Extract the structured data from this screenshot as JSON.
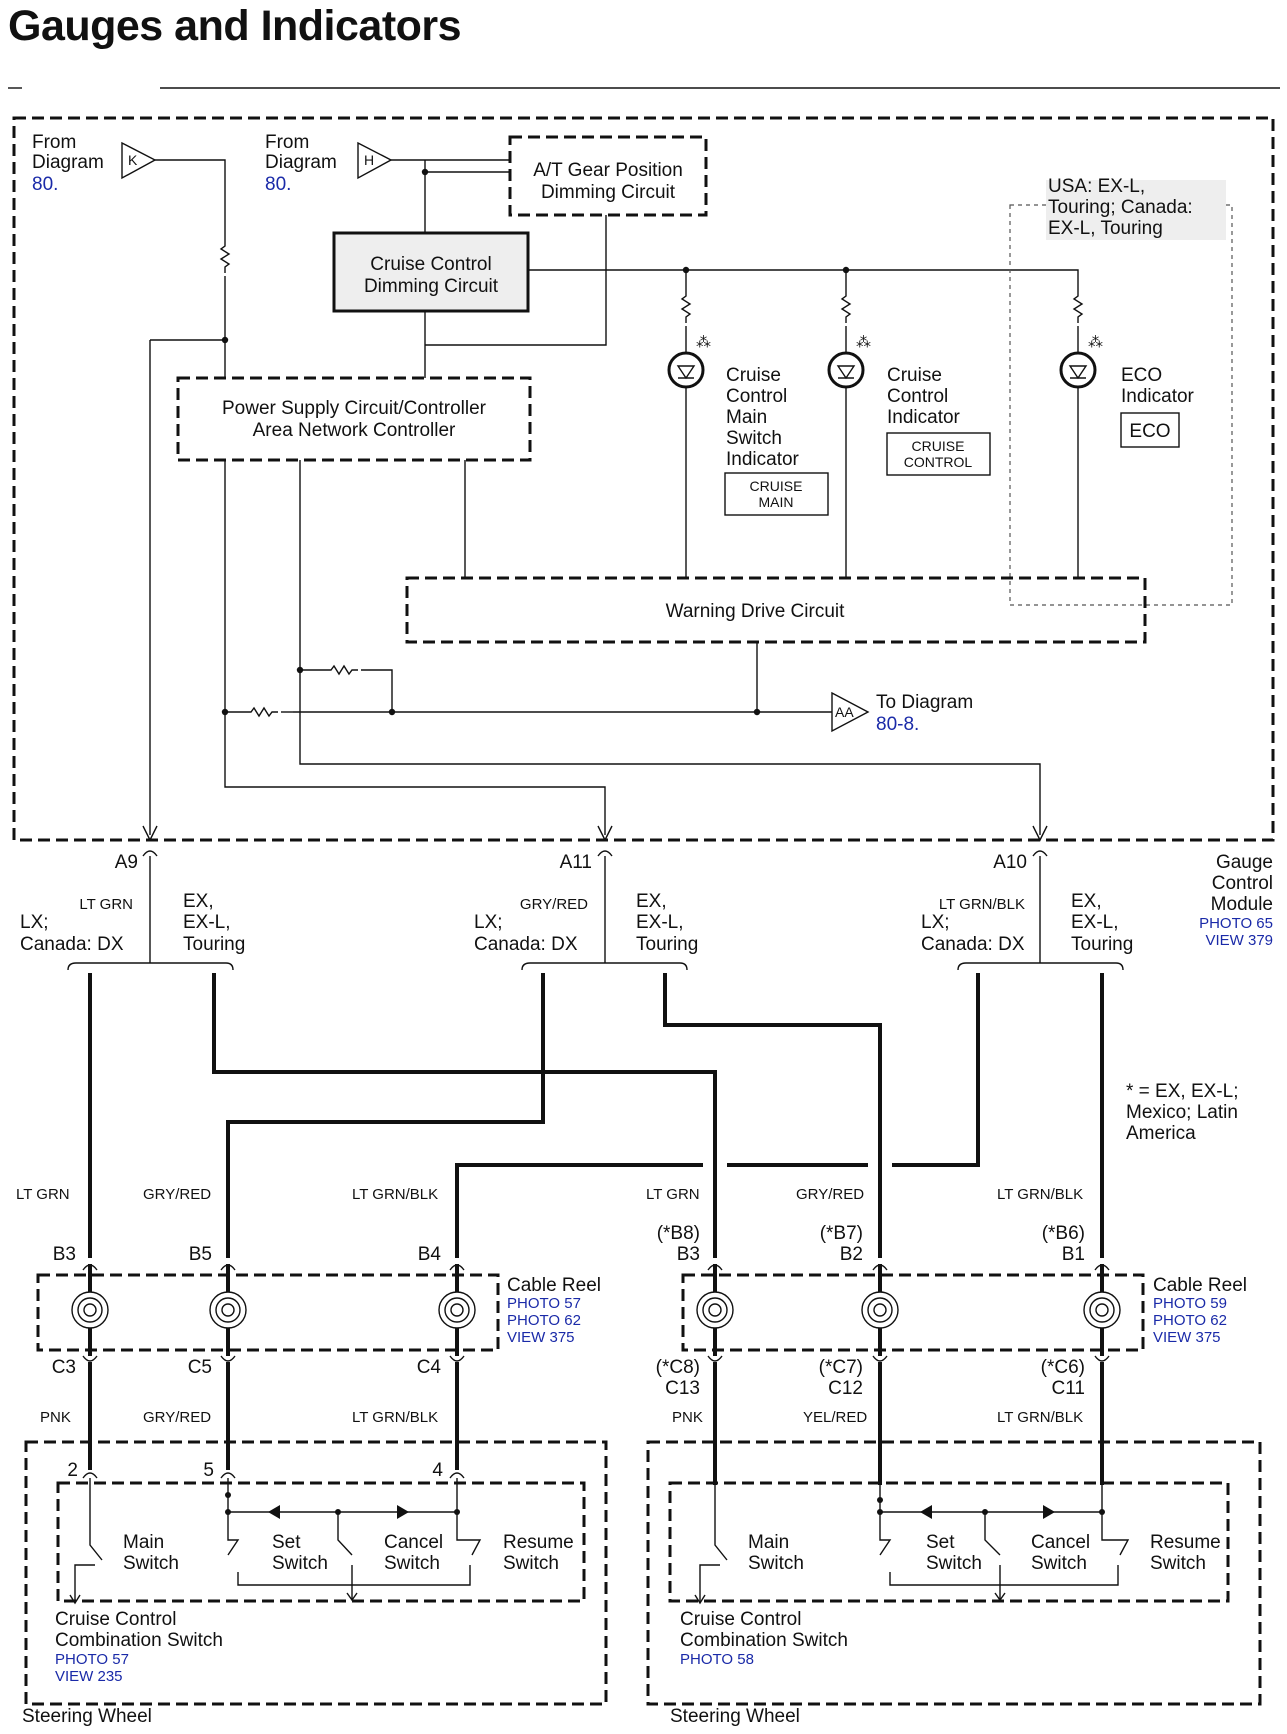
{
  "title": "Gauges and Indicators",
  "sources": {
    "k": {
      "from": "From",
      "diagram": "Diagram",
      "ref": "80.",
      "letter": "K"
    },
    "h": {
      "from": "From",
      "diagram": "Diagram",
      "ref": "80.",
      "letter": "H"
    }
  },
  "circuits": {
    "at_gear": [
      "A/T Gear Position",
      "Dimming Circuit"
    ],
    "cruise_dim": [
      "Cruise Control",
      "Dimming Circuit"
    ],
    "power_supply": [
      "Power Supply Circuit/Controller",
      "Area Network Controller"
    ],
    "warning_drive": "Warning Drive Circuit"
  },
  "indicators": {
    "main": {
      "lines": [
        "Cruise",
        "Control",
        "Main",
        "Switch",
        "Indicator"
      ],
      "badge": [
        "CRUISE",
        "MAIN"
      ]
    },
    "cruise": {
      "lines": [
        "Cruise",
        "Control",
        "Indicator"
      ],
      "badge": [
        "CRUISE",
        "CONTROL"
      ]
    },
    "eco": {
      "lines": [
        "ECO",
        "Indicator"
      ],
      "badge": "ECO"
    }
  },
  "eco_note": [
    "USA: EX-L,",
    "Touring; Canada:",
    "EX-L, Touring"
  ],
  "to_diagram": {
    "letter": "AA",
    "label": "To Diagram",
    "ref": "80-8."
  },
  "module": {
    "lines": [
      "Gauge",
      "Control",
      "Module"
    ],
    "refs": [
      "PHOTO 65",
      "VIEW 379"
    ]
  },
  "pins": {
    "a9": "A9",
    "a11": "A11",
    "a10": "A10"
  },
  "variants": {
    "lx": [
      "LX;",
      "Canada: DX"
    ],
    "ex": [
      "EX,",
      "EX-L,",
      "Touring"
    ]
  },
  "wire_colors_top": [
    "LT GRN",
    "GRY/RED",
    "LT GRN/BLK"
  ],
  "star_note": [
    "* = EX, EX-L;",
    "Mexico; Latin",
    "America"
  ],
  "left_reel": {
    "wires_above": [
      "LT GRN",
      "GRY/RED",
      "LT GRN/BLK"
    ],
    "b_pins": [
      "B3",
      "B5",
      "B4"
    ],
    "c_pins": [
      "C3",
      "C5",
      "C4"
    ],
    "wires_below": [
      "PNK",
      "GRY/RED",
      "LT GRN/BLK"
    ],
    "name": "Cable Reel",
    "refs": [
      "PHOTO 57",
      "PHOTO 62",
      "VIEW 375"
    ]
  },
  "right_reel": {
    "wires_above": [
      "LT GRN",
      "GRY/RED",
      "LT GRN/BLK"
    ],
    "b_alt": [
      "(*B8)",
      "(*B7)",
      "(*B6)"
    ],
    "b_pins": [
      "B3",
      "B2",
      "B1"
    ],
    "c_alt": [
      "(*C8)",
      "(*C7)",
      "(*C6)"
    ],
    "c_pins": [
      "C13",
      "C12",
      "C11"
    ],
    "wires_below": [
      "PNK",
      "YEL/RED",
      "LT GRN/BLK"
    ],
    "name": "Cable Reel",
    "refs": [
      "PHOTO 59",
      "PHOTO 62",
      "VIEW 375"
    ]
  },
  "left_switch": {
    "pins": [
      "2",
      "5",
      "4"
    ],
    "switches": [
      [
        "Main",
        "Switch"
      ],
      [
        "Set",
        "Switch"
      ],
      [
        "Cancel",
        "Switch"
      ],
      [
        "Resume",
        "Switch"
      ]
    ],
    "name": [
      "Cruise Control",
      "Combination Switch"
    ],
    "refs": [
      "PHOTO 57",
      "VIEW 235"
    ],
    "location": "Steering Wheel"
  },
  "right_switch": {
    "switches": [
      [
        "Main",
        "Switch"
      ],
      [
        "Set",
        "Switch"
      ],
      [
        "Cancel",
        "Switch"
      ],
      [
        "Resume",
        "Switch"
      ]
    ],
    "name": [
      "Cruise Control",
      "Combination Switch"
    ],
    "refs": [
      "PHOTO 58"
    ],
    "location": "Steering Wheel"
  }
}
